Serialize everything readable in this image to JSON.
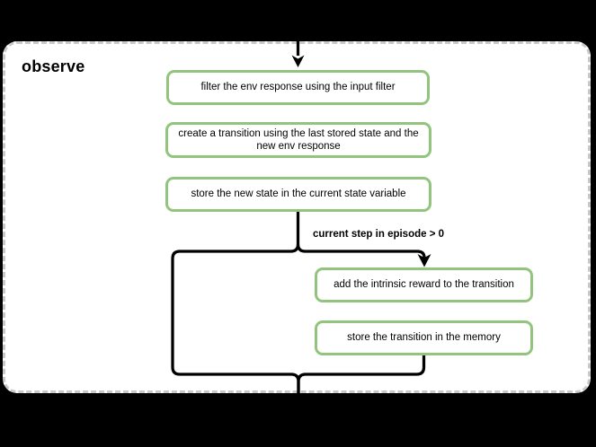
{
  "group": {
    "title": "observe"
  },
  "steps": [
    {
      "label": "filter the env response using the input filter"
    },
    {
      "label": "create a transition using the last stored state and the\nnew env response"
    },
    {
      "label": "store the new state in the current state variable"
    },
    {
      "label": "add the intrinsic reward to the transition"
    },
    {
      "label": "store the transition in the memory"
    }
  ],
  "branch": {
    "condition_label": "current step in episode > 0"
  },
  "icons": {
    "entry_arrow": "down-arrow",
    "branch_arrow": "down-arrow"
  },
  "colors": {
    "page_background": "#000000",
    "frame_background": "#ffffff",
    "frame_border": "#c9c9c9",
    "step_border": "#93c47d",
    "connector": "#000000",
    "text": "#000000"
  }
}
